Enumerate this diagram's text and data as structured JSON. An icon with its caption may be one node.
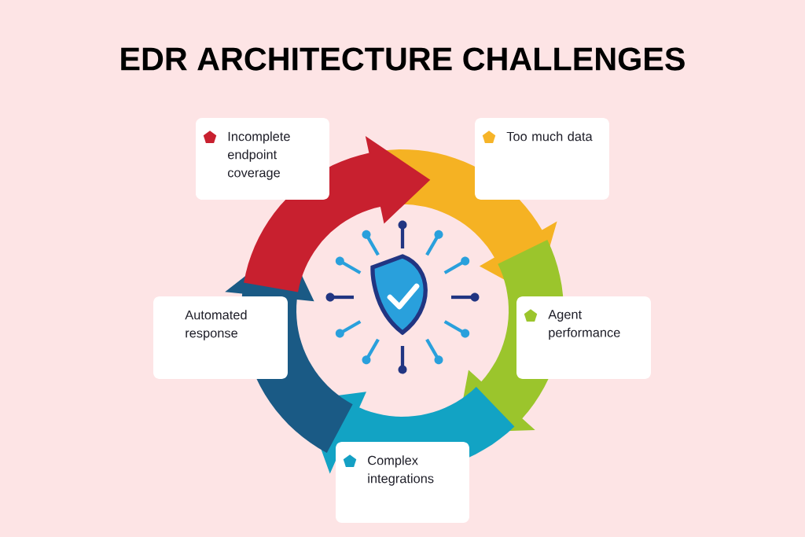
{
  "diagram": {
    "title": "EDR ARCHITECTURE CHALLENGES",
    "nodes": [
      {
        "text": [
          "Incomplete endpoint coverage"
        ]
      },
      {
        "text": [
          "Too much data"
        ]
      },
      {
        "text": [
          "Automated response"
        ]
      },
      {
        "text": [
          "Agent performance"
        ]
      },
      {
        "text": [
          "Complex integrations"
        ]
      }
    ]
  }
}
